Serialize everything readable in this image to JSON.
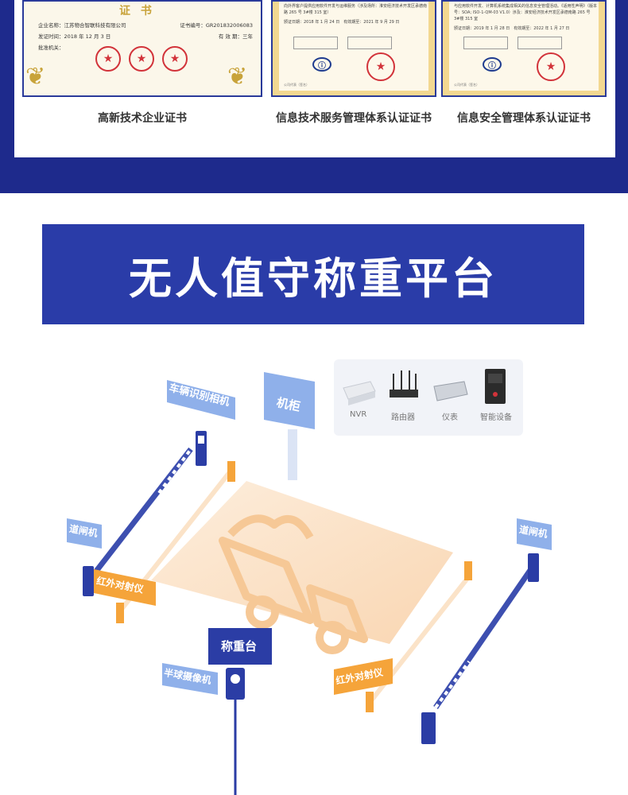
{
  "certificates": {
    "cert1": {
      "gold_title": "证 书",
      "company_label": "企业名称：",
      "company_value": "江苏物合智联科技有限公司",
      "cert_no_label": "证书编号：",
      "cert_no_value": "GR201832006083",
      "issue_date_label": "发证时间：",
      "issue_date_value": "2018 年 12 月 3 日",
      "validity_label": "有 效 期：",
      "validity_value": "三年",
      "approver_label": "批准机关：",
      "caption": "高新技术企业证书"
    },
    "cert2": {
      "text1": "向外界客户提供应用软件开发与运维服务（涉及场所：淮安经济技术开发区承德南路 265 号 3#楼 315 室）",
      "date_line": "颁证日期：2018 年 1 月 24 日　有效期至：2021 年 9 月 29 日",
      "company_sign": "公司代表（签名）",
      "caption": "信息技术服务管理体系认证证书"
    },
    "cert3": {
      "text1": "与应用软件开发、计算机系统集成相关的信息安全管理活动。《适用性声明》（版本号：SOA; ISO-1-QM-03 V1.0）涉及：淮安经济技术开发区承德南路 265 号 3#楼 315 室",
      "date_line": "颁证日期：2019 年 1 月 28 日　有效期至：2022 年 1 月 27 日",
      "company_sign": "公司代表（签名）",
      "caption": "信息安全管理体系认证证书"
    }
  },
  "banner": {
    "title": "无人值守称重平台"
  },
  "diagram": {
    "labels": {
      "vehicle_camera": "车辆识别相机",
      "cabinet": "机柜",
      "gate_left": "道闸机",
      "gate_right": "道闸机",
      "ir_left": "红外对射仪",
      "ir_right": "红外对射仪",
      "scale": "称重台",
      "dome_camera": "半球摄像机"
    },
    "equipment": [
      "NVR",
      "路由器",
      "仪表",
      "智能设备"
    ]
  },
  "colors": {
    "navy": "#1e2a8c",
    "banner_blue": "#2a3ca8",
    "label_blue": "#7e9ee8",
    "orange": "#f5a43a",
    "platform": "#fbe0c2"
  }
}
